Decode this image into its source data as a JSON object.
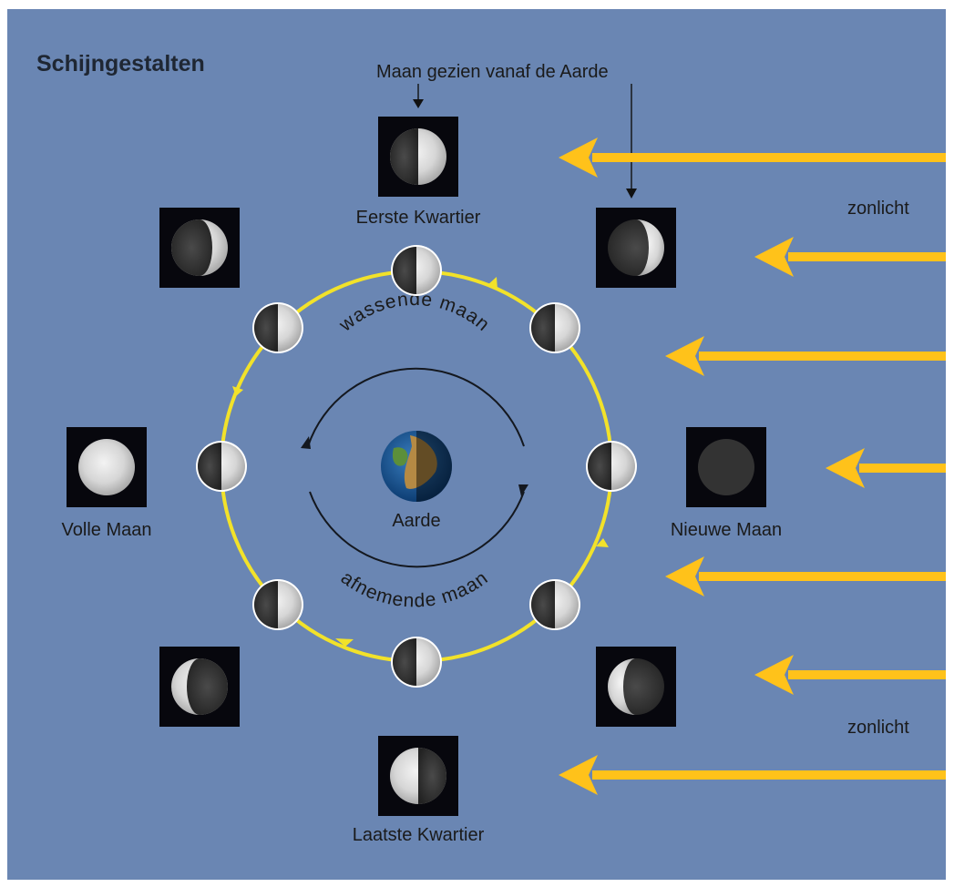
{
  "title": "Schijngestalten",
  "label_moon_from_earth": "Maan gezien vanaf de Aarde",
  "sunlight_labels": [
    "zonlicht",
    "zonlicht"
  ],
  "earth_label": "Aarde",
  "waxing_label": "wassende maan",
  "waning_label": "afnemende maan",
  "phase_labels": {
    "first_quarter": "Eerste Kwartier",
    "full_moon": "Volle Maan",
    "new_moon": "Nieuwe Maan",
    "last_quarter": "Laatste Kwartier"
  },
  "colors": {
    "background": "#6a86b3",
    "sunlight": "#ffc21a",
    "orbit": "#f2e22a",
    "moon_dark": "#2b2b2b",
    "moon_lit": "#e8e8e8",
    "box": "#07070d"
  },
  "icons": {
    "earth": "earth-globe-icon",
    "moon_orbit": "moon-phase-icon",
    "moon_view": "moon-view-icon",
    "sun_arrow": "sunlight-arrow-icon"
  }
}
